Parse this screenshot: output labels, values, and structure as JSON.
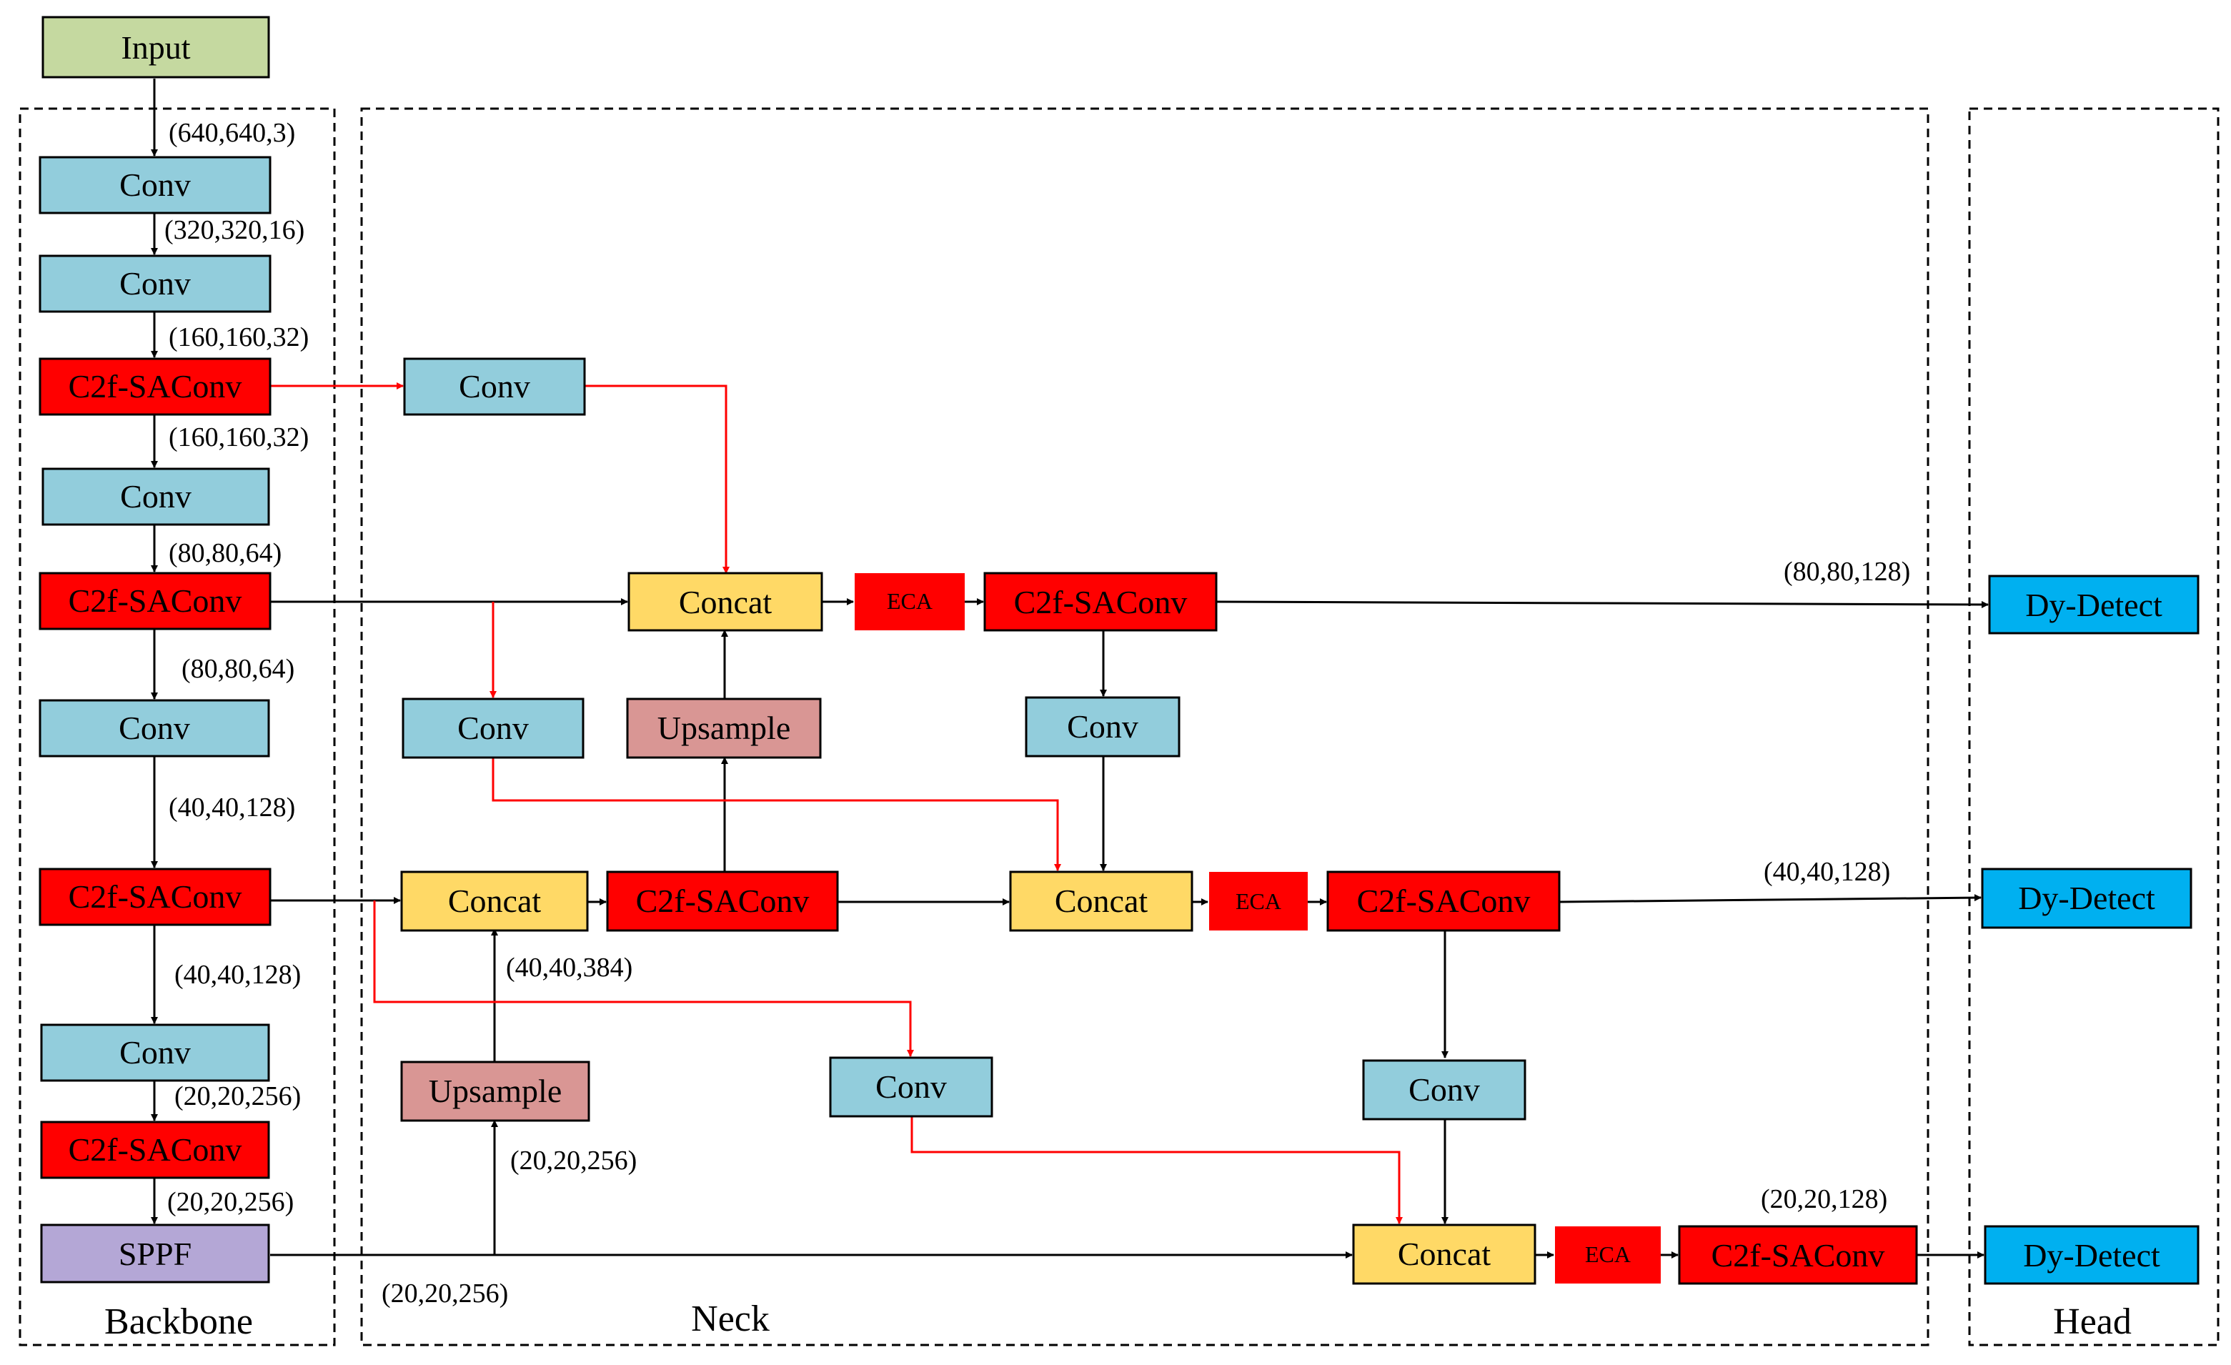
{
  "colors": {
    "input": "#c5d9a0",
    "conv": "#92cddc",
    "c2f": "#ff0000",
    "eca": "#ff0000",
    "concat": "#ffd966",
    "upsample": "#d99694",
    "sppf": "#b4a7d6",
    "detect": "#00b0f0",
    "arrow_black": "#000000",
    "arrow_red": "#ff0000"
  },
  "sections": {
    "backbone": "Backbone",
    "neck": "Neck",
    "head": "Head"
  },
  "blocks": {
    "input": "Input",
    "b_conv1": "Conv",
    "b_conv2": "Conv",
    "b_c2f1": "C2f-SAConv",
    "b_conv3": "Conv",
    "b_c2f2": "C2f-SAConv",
    "b_conv4": "Conv",
    "b_c2f3": "C2f-SAConv",
    "b_conv5": "Conv",
    "b_c2f4": "C2f-SAConv",
    "sppf": "SPPF",
    "n_conv_top": "Conv",
    "n_concat1": "Concat",
    "n_eca1": "ECA",
    "n_c2f_top": "C2f-SAConv",
    "n_conv_mid_left": "Conv",
    "n_upsample1": "Upsample",
    "n_conv_mid_right": "Conv",
    "n_concat_left": "Concat",
    "n_c2f_mid_left": "C2f-SAConv",
    "n_concat2": "Concat",
    "n_eca2": "ECA",
    "n_c2f_mid": "C2f-SAConv",
    "n_upsample2": "Upsample",
    "n_conv_low": "Conv",
    "n_conv_low_right": "Conv",
    "n_concat3": "Concat",
    "n_eca3": "ECA",
    "n_c2f_bottom": "C2f-SAConv",
    "detect1": "Dy-Detect",
    "detect2": "Dy-Detect",
    "detect3": "Dy-Detect"
  },
  "shapes": {
    "s1": "(640,640,3)",
    "s2": "(320,320,16)",
    "s3": "(160,160,32)",
    "s4": "(160,160,32)",
    "s5": "(80,80,64)",
    "s6": "(80,80,64)",
    "s7": "(40,40,128)",
    "s8": "(40,40,128)",
    "s9": "(20,20,256)",
    "s10": "(20,20,256)",
    "s11": "(20,20,256)",
    "s12": "(40,40,384)",
    "s13": "(20,20,256)",
    "s14": "(80,80,128)",
    "s15": "(40,40,128)",
    "s16": "(20,20,128)"
  }
}
